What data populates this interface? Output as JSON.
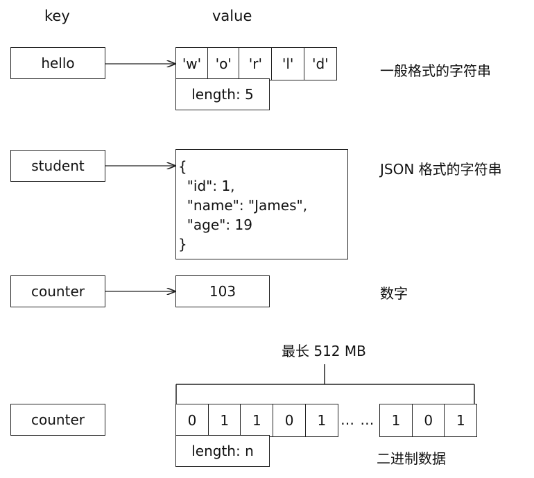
{
  "headers": {
    "key": "key",
    "value": "value"
  },
  "rows": {
    "string": {
      "key": "hello",
      "chars": [
        "'w'",
        "'o'",
        "'r'",
        "'l'",
        "'d'"
      ],
      "length": "length: 5",
      "note": "一般格式的字符串"
    },
    "json": {
      "key": "student",
      "lines": [
        "{",
        "  \"id\": 1,",
        "  \"name\": \"James\",",
        "  \"age\": 19",
        "}"
      ],
      "note": "JSON 格式的字符串"
    },
    "number": {
      "key": "counter",
      "value": "103",
      "note": "数字"
    },
    "binary": {
      "key": "counter",
      "max_label": "最长 512 MB",
      "bits_left": [
        "0",
        "1",
        "1",
        "0",
        "1"
      ],
      "ellipsis": "… …",
      "bits_right": [
        "1",
        "0",
        "1"
      ],
      "length": "length: n",
      "note": "二进制数据"
    }
  }
}
